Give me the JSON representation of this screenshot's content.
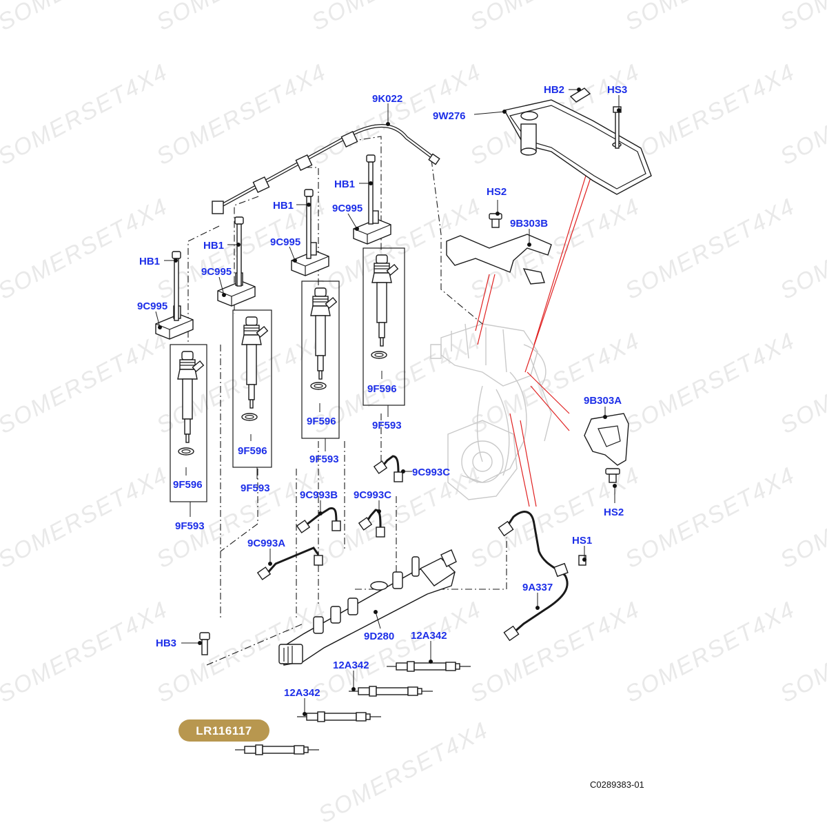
{
  "watermark": {
    "text": "SOMERSET4X4"
  },
  "part_badge": {
    "text": "LR116117",
    "color": "#b8974f"
  },
  "reference_code": "C0289383-01",
  "callouts": {
    "k022": "9K022",
    "w276": "9W276",
    "hb2": "HB2",
    "hs3_top": "HS3",
    "hb1_a": "HB1",
    "hb1_b": "HB1",
    "hb1_c": "HB1",
    "hb1_d": "HB1",
    "c995_a": "9C995",
    "c995_b": "9C995",
    "c995_c": "9C995",
    "c995_d": "9C995",
    "hs2_top": "HS2",
    "b303b": "9B303B",
    "f596_a": "9F596",
    "f596_b": "9F596",
    "f596_c": "9F596",
    "f596_d": "9F596",
    "f593_a": "9F593",
    "f593_b": "9F593",
    "f593_c": "9F593",
    "f593_d": "9F593",
    "b303a": "9B303A",
    "hs2_bottom": "HS2",
    "c993c_a": "9C993C",
    "c993c_b": "9C993C",
    "c993b": "9C993B",
    "c993a": "9C993A",
    "hs1": "HS1",
    "a337": "9A337",
    "d280": "9D280",
    "a342_a": "12A342",
    "a342_b": "12A342",
    "a342_c": "12A342",
    "hb3": "HB3"
  },
  "colors": {
    "callout": "#1c2ee8",
    "highlight_lines": "#e02020",
    "line_art": "#1a1a1a"
  }
}
